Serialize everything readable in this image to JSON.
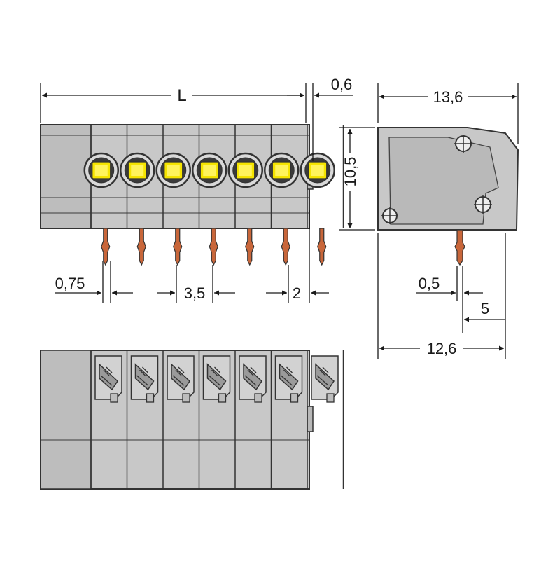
{
  "dimensions": {
    "length": "L",
    "edge_offset": "0,6",
    "depth": "13,6",
    "height": "10,5",
    "pin_width": "0,75",
    "pitch": "3,5",
    "pin_offset": "2",
    "side_pin_width": "0,5",
    "side_pin_offset": "5",
    "footprint_depth": "12,6"
  },
  "poles": 7,
  "colors": {
    "housing": "#c8c8c8",
    "housing_dark": "#b3b3b3",
    "outline": "#333333",
    "button": "#f5e400",
    "pin": "#c8663a",
    "dimension_line": "#1a1a1a"
  }
}
